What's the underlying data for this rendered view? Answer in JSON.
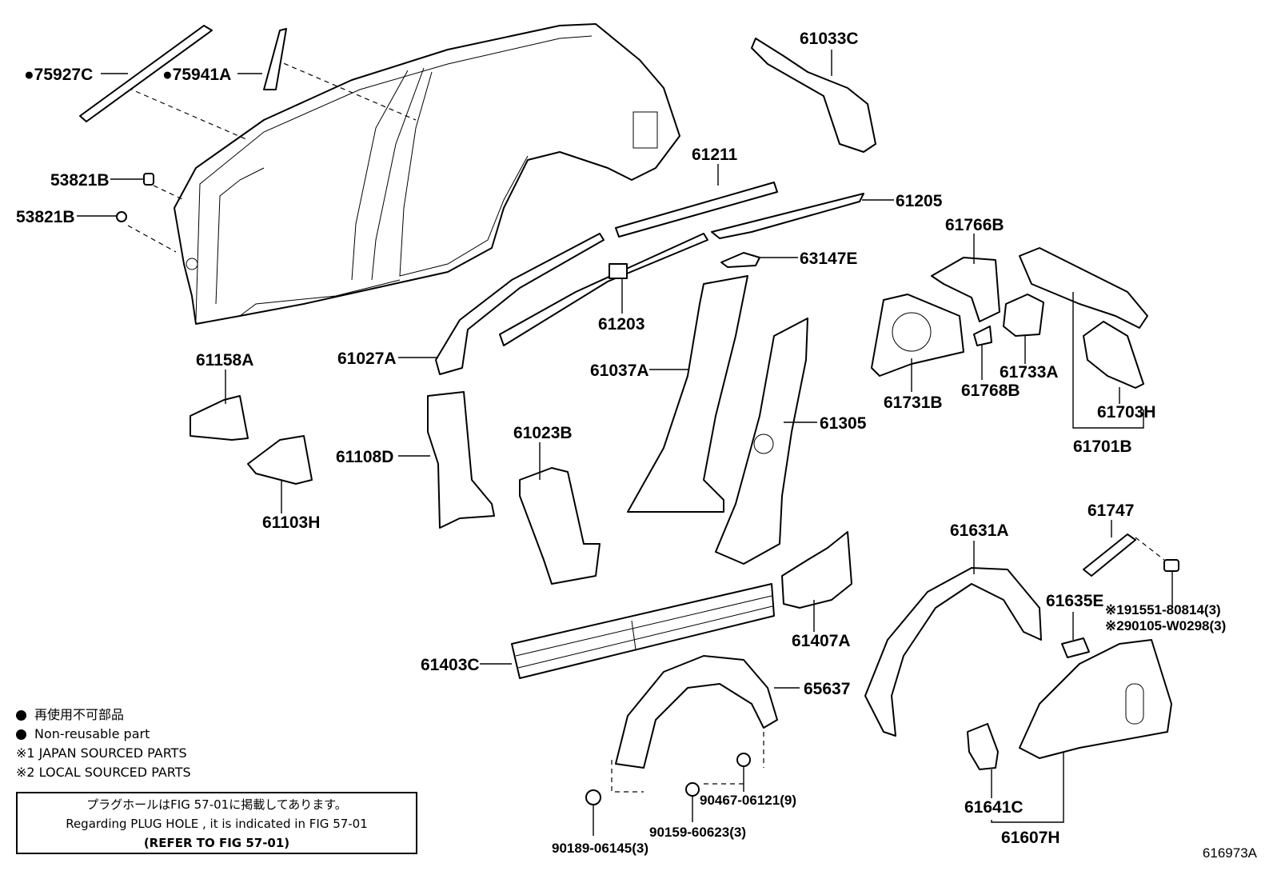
{
  "labels": {
    "p75927C": "●75927C",
    "p75941A": "●75941A",
    "p61033C": "61033C",
    "p53821B_1": "53821B",
    "p53821B_2": "53821B",
    "p61211": "61211",
    "p61205": "61205",
    "p61766B": "61766B",
    "p63147E": "63147E",
    "p61203": "61203",
    "p61027A": "61027A",
    "p61158A": "61158A",
    "p61037A": "61037A",
    "p61731B": "61731B",
    "p61768B": "61768B",
    "p61733A": "61733A",
    "p61703H": "61703H",
    "p61305": "61305",
    "p61108D": "61108D",
    "p61023B": "61023B",
    "p61701B": "61701B",
    "p61103H": "61103H",
    "p61747": "61747",
    "p61631A": "61631A",
    "p61635E": "61635E",
    "p191551": "※191551-80814(3)",
    "p290105": "※290105-W0298(3)",
    "p61407A": "61407A",
    "p61403C": "61403C",
    "p65637": "65637",
    "p90467": "90467-06121(9)",
    "p90159": "90159-60623(3)",
    "p90189": "90189-06145(3)",
    "p61641C": "61641C",
    "p61607H": "61607H"
  },
  "legend": {
    "jp_nonreusable": "再使用不可部品",
    "en_nonreusable": "Non-reusable part",
    "japan_sourced": "※1 JAPAN SOURCED PARTS",
    "local_sourced": "※2 LOCAL SOURCED PARTS"
  },
  "note": {
    "line1": "プラグホールはFIG 57-01に掲載してあります。",
    "line2": "Regarding PLUG HOLE , it is indicated in FIG 57-01",
    "line3": "(REFER TO FIG 57-01)"
  },
  "figure_id": "616973A"
}
